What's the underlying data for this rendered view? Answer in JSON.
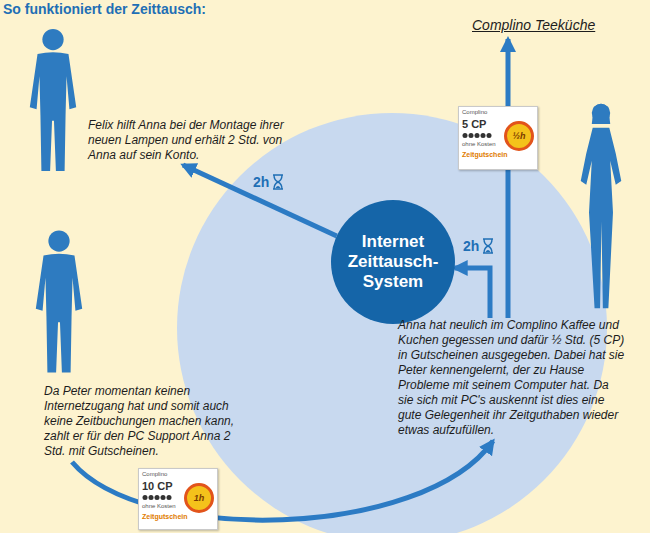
{
  "diagram": {
    "title": "So funktioniert der Zeittausch:",
    "nodes": [
      {
        "text": [
          "Complino Teeküche"
        ]
      },
      {
        "text": [
          "Felix hilft Anna bei der Montage ihrer neuen Lampen und erhält 2 Std. von Anna auf sein Konto."
        ]
      },
      {
        "text": [
          "Internet Zeittausch-System"
        ]
      },
      {
        "text": [
          "Anna hat neulich im Complino Kaffee und Kuchen gegessen und dafür ½ Std. (5 CP) in Gutscheinen ausgegeben. Dabei hat sie Peter kennengelernt, der zu Hause Probleme mit seinem Computer hat. Da sie sich mit PC's auskennt ist dies eine gute Gelegenheit ihr Zeitguthaben wieder etwas aufzufüllen."
        ]
      },
      {
        "text": [
          "Da Peter momentan keinen Internetzugang hat und somit auch keine Zeitbuchungen machen kann, zahlt er für den PC Support Anna 2 Std. mit Gutscheinen."
        ]
      }
    ],
    "edges": [
      {
        "from": 3,
        "to": 2,
        "label": "2h",
        "arrow": "to"
      },
      {
        "from": 2,
        "to": 1,
        "label": "2h",
        "arrow": "to"
      },
      {
        "from": 3,
        "to": 0,
        "arrow": "to"
      },
      {
        "from": 4,
        "to": 3,
        "arrow": "to"
      }
    ],
    "labels": [
      "Complino",
      "5 CP",
      "ohne Kosten",
      "Zeitgutschein",
      "½h",
      "Complino",
      "10 CP",
      "ohne Kosten",
      "Zeitgutschein",
      "1h"
    ]
  }
}
